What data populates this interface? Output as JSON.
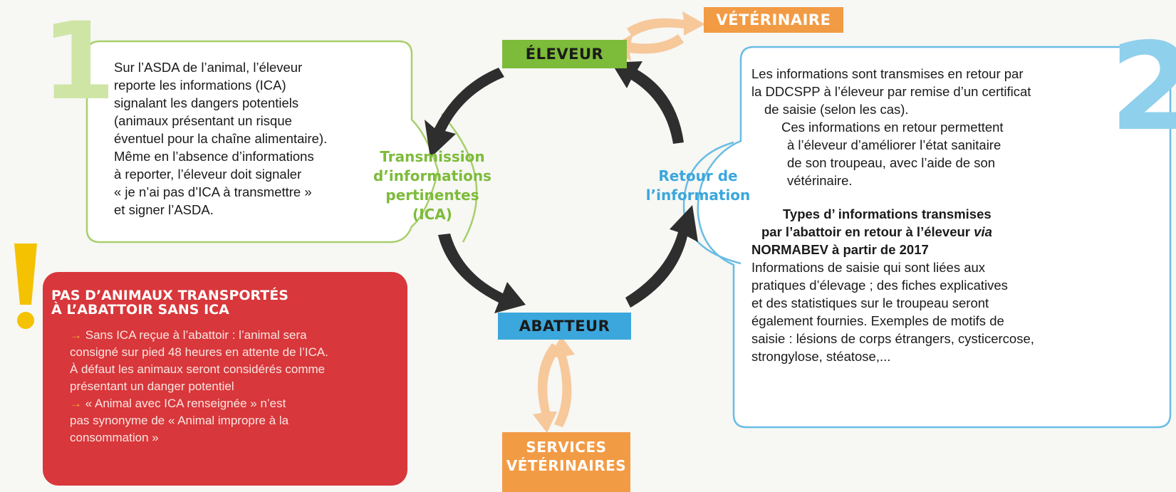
{
  "step1_number": "1",
  "step2_number": "2",
  "actors": {
    "eleveur": "ÉLEVEUR",
    "veterinaire": "VÉTÉRINAIRE",
    "abatteur": "ABATTEUR",
    "services_line1": "SERVICES",
    "services_line2": "VÉTÉRINAIRES"
  },
  "center_labels": {
    "transmission": [
      "Transmission",
      "d’informations",
      "pertinentes",
      "(ICA)"
    ],
    "retour": [
      "Retour de",
      "l’information"
    ]
  },
  "box1": {
    "lines": [
      "Sur l’ASDA de l’animal, l’éleveur",
      "reporte les informations (ICA)",
      "signalant les dangers potentiels",
      "(animaux présentant un risque",
      "éventuel pour la chaîne alimentaire).",
      "Même en l’absence d’informations",
      "à reporter, l’éleveur doit signaler",
      "« je n’ai pas d’ICA à transmettre »",
      "et signer l’ASDA."
    ]
  },
  "box2": {
    "intro": [
      "Les informations sont transmises en retour par",
      "la DDCSPP à l’éleveur par remise d’un certificat",
      "de saisie (selon les cas)."
    ],
    "para2": [
      "Ces informations en retour permettent",
      "à l’éleveur d’améliorer l’état sanitaire",
      "de son troupeau, avec l’aide de son",
      "vétérinaire."
    ],
    "types_title_line1": "Types d’ informations transmises",
    "types_title_line2a": "par l’abattoir en retour à l’éleveur ",
    "types_title_line2b": "via",
    "types_title_line3": "NORMABEV à partir de 2017",
    "types_body": [
      "Informations de saisie qui sont liées aux",
      "pratiques d’élevage ; des fiches explicatives",
      "et des statistiques sur le troupeau seront",
      "également fournies. Exemples de motifs de",
      "saisie : lésions de corps étrangers, cysticercose,",
      "strongylose, stéatose,..."
    ]
  },
  "warning": {
    "title_line1": "PAS D’ANIMAUX TRANSPORTÉS",
    "title_line2": "À L’ABATTOIR SANS ICA",
    "arrow_glyph": "→",
    "point1_lines": [
      "Sans ICA reçue à l’abattoir : l’animal sera",
      "consigné sur pied 48 heures en attente de l’ICA.",
      "À défaut les animaux seront considérés comme",
      "présentant un danger potentiel"
    ],
    "point2_lines": [
      "« Animal avec ICA renseignée » n’est",
      "pas  synonyme de « Animal impropre à la",
      "consommation »"
    ]
  },
  "colors": {
    "green": "#7dbb3a",
    "blue": "#3ba7dc",
    "orange": "#f29b45",
    "red": "#d8373b",
    "dark_arrow": "#2f2f2f"
  },
  "icons": [
    "exclamation-icon",
    "bidirectional-arrow-icon",
    "cycle-arrow-icon"
  ]
}
